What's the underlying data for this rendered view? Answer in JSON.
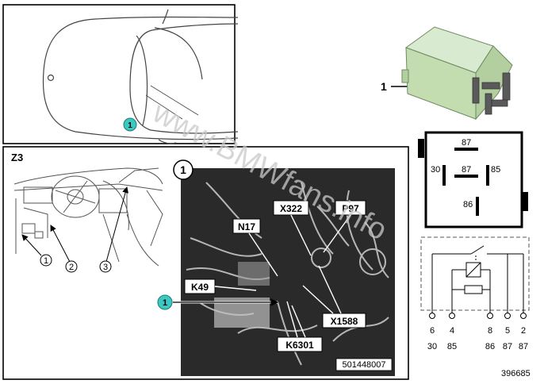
{
  "panels": {
    "location_panel": {
      "label": "Z3"
    }
  },
  "callouts": {
    "car_marker": "1",
    "detail_photo_number": "1",
    "photo_arrow_marker": "1",
    "relay_pointer": "1",
    "dash_1": "1",
    "dash_2": "2",
    "dash_3": "3"
  },
  "photo": {
    "labels": {
      "n17": "N17",
      "x322": "X322",
      "p97": "P97",
      "k49": "K49",
      "x1588": "X1588",
      "k6301": "K6301"
    },
    "code": "501448007"
  },
  "relay_pinout": {
    "pins": {
      "top": "87",
      "left": "30",
      "center": "87",
      "right": "85",
      "bottom": "86"
    }
  },
  "schematic": {
    "pin_numbers": [
      "6",
      "4",
      "8",
      "5",
      "2"
    ],
    "terminal_numbers": [
      "30",
      "85",
      "86",
      "87",
      "87"
    ]
  },
  "watermark": "www.BMWfans.info",
  "diagram_code": "396685",
  "colors": {
    "relay_body": "#c3dcb0",
    "callout_marker": "#3cc7c0"
  }
}
